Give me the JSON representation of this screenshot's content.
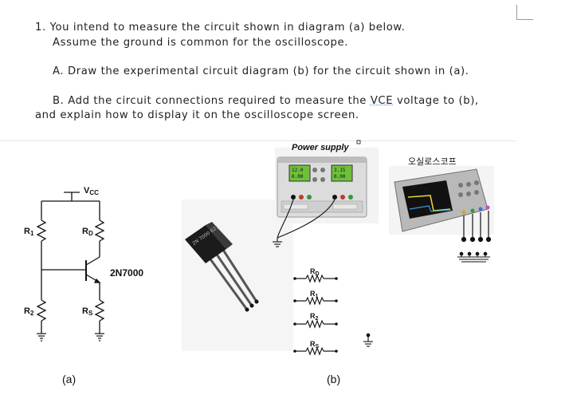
{
  "question": {
    "line1": "1. You intend to measure the circuit shown in diagram (a) below.",
    "line2": "Assume the ground is common for the oscilloscope.",
    "partA": "A. Draw the experimental circuit diagram (b) for the circuit shown in (a).",
    "partB_pre": "B. Add the circuit connections required to measure the ",
    "partB_vce": "VCE",
    "partB_post": " voltage to (b),",
    "partB_line2": "and explain how to display it on the oscilloscope screen."
  },
  "diagram_a": {
    "vcc_main": "V",
    "vcc_sub": "CC",
    "r1_main": "R",
    "r1_sub": "1",
    "r2_main": "R",
    "r2_sub": "2",
    "rd_main": "R",
    "rd_sub": "D",
    "rs_main": "R",
    "rs_sub": "S",
    "transistor": "2N7000",
    "caption": "(a)"
  },
  "diagram_b": {
    "power_supply": "Power supply",
    "ps_display_left": "12.0",
    "ps_display_left_sub": "0.00",
    "ps_display_right": "3.15",
    "ps_display_right_sub": "0.00",
    "oscilloscope": "오실로스코프",
    "chip_text": "2N 7000 621",
    "rd_main": "R",
    "rd_sub": "D",
    "r1_main": "R",
    "r1_sub": "1",
    "r2_main": "R",
    "r2_sub": "2",
    "rs_main": "R",
    "rs_sub": "S",
    "caption": "(b)"
  }
}
